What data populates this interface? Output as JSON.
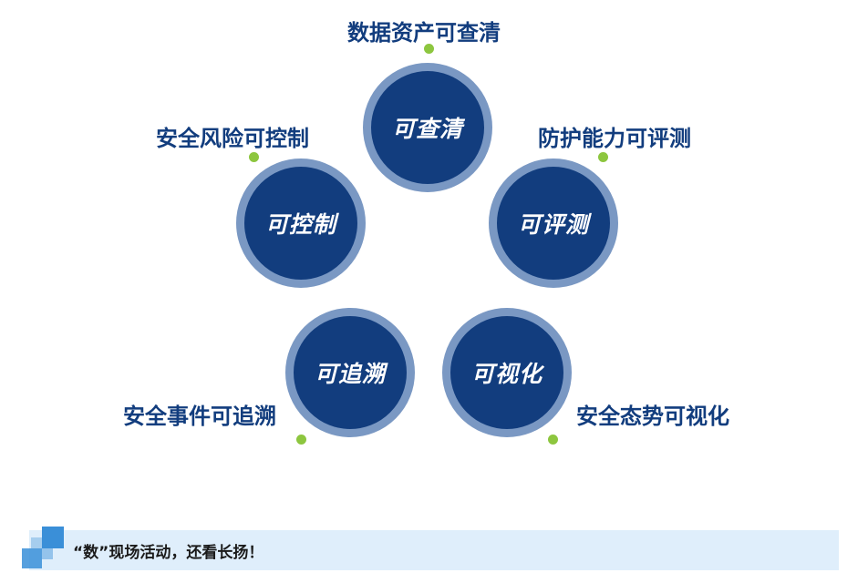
{
  "diagram": {
    "nodes": [
      {
        "id": "top",
        "circle_label": "可查清",
        "outer_label": "数据资产可查清"
      },
      {
        "id": "left",
        "circle_label": "可控制",
        "outer_label": "安全风险可控制"
      },
      {
        "id": "right",
        "circle_label": "可评测",
        "outer_label": "防护能力可评测"
      },
      {
        "id": "bottom-left",
        "circle_label": "可追溯",
        "outer_label": "安全事件可追溯"
      },
      {
        "id": "bottom-right",
        "circle_label": "可视化",
        "outer_label": "安全态势可视化"
      }
    ],
    "colors": {
      "circle_fill": "#123d7e",
      "circle_ring": "#7a98c3",
      "label_text": "#123d7e",
      "dot": "#8dc63f"
    }
  },
  "footer": {
    "text": "“数”现场活动，还看长扬！",
    "bar_color": "#dfeefb",
    "icon_color": "#3a8fd8"
  }
}
